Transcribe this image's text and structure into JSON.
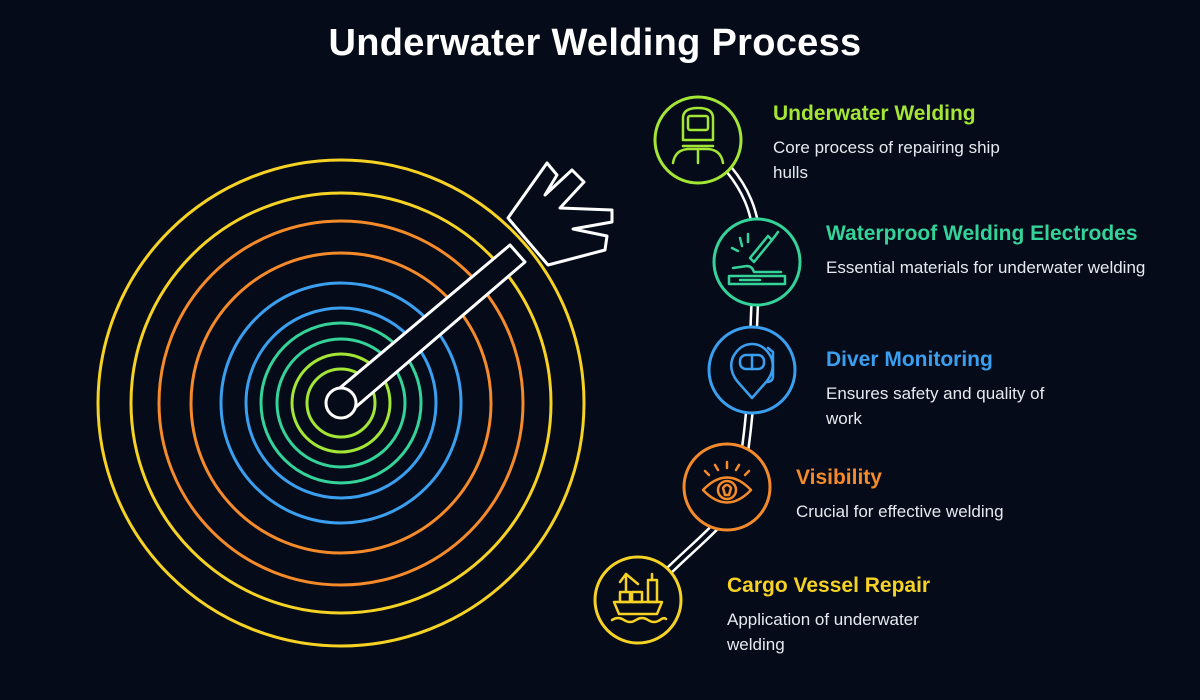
{
  "title": "Underwater Welding Process",
  "colors": {
    "background": "#050b18",
    "lime": "#a3e635",
    "green": "#34d399",
    "blue": "#3b9ff0",
    "orange": "#f58a2a",
    "yellow": "#f5d224",
    "connector": "#ffffff"
  },
  "steps": [
    {
      "title": "Underwater Welding",
      "description": "Core process of repairing ship hulls",
      "color": "#a3e635",
      "icon": "welder-helmet-icon"
    },
    {
      "title": "Waterproof Welding Electrodes",
      "description": "Essential materials for underwater welding",
      "color": "#34d399",
      "icon": "welding-electrode-icon"
    },
    {
      "title": "Diver Monitoring",
      "description": "Ensures safety and quality of work",
      "color": "#3b9ff0",
      "icon": "diver-mask-icon"
    },
    {
      "title": "Visibility",
      "description": "Crucial for effective welding",
      "color": "#f58a2a",
      "icon": "eye-icon"
    },
    {
      "title": "Cargo Vessel Repair",
      "description": "Application of underwater welding",
      "color": "#f5d224",
      "icon": "cargo-ship-icon"
    }
  ],
  "target": {
    "ring_colors": [
      "#f5d224",
      "#f5d224",
      "#f58a2a",
      "#f58a2a",
      "#3b9ff0",
      "#3b9ff0",
      "#34d399",
      "#34d399",
      "#a3e635",
      "#a3e635"
    ],
    "arrow_color": "#ffffff"
  }
}
